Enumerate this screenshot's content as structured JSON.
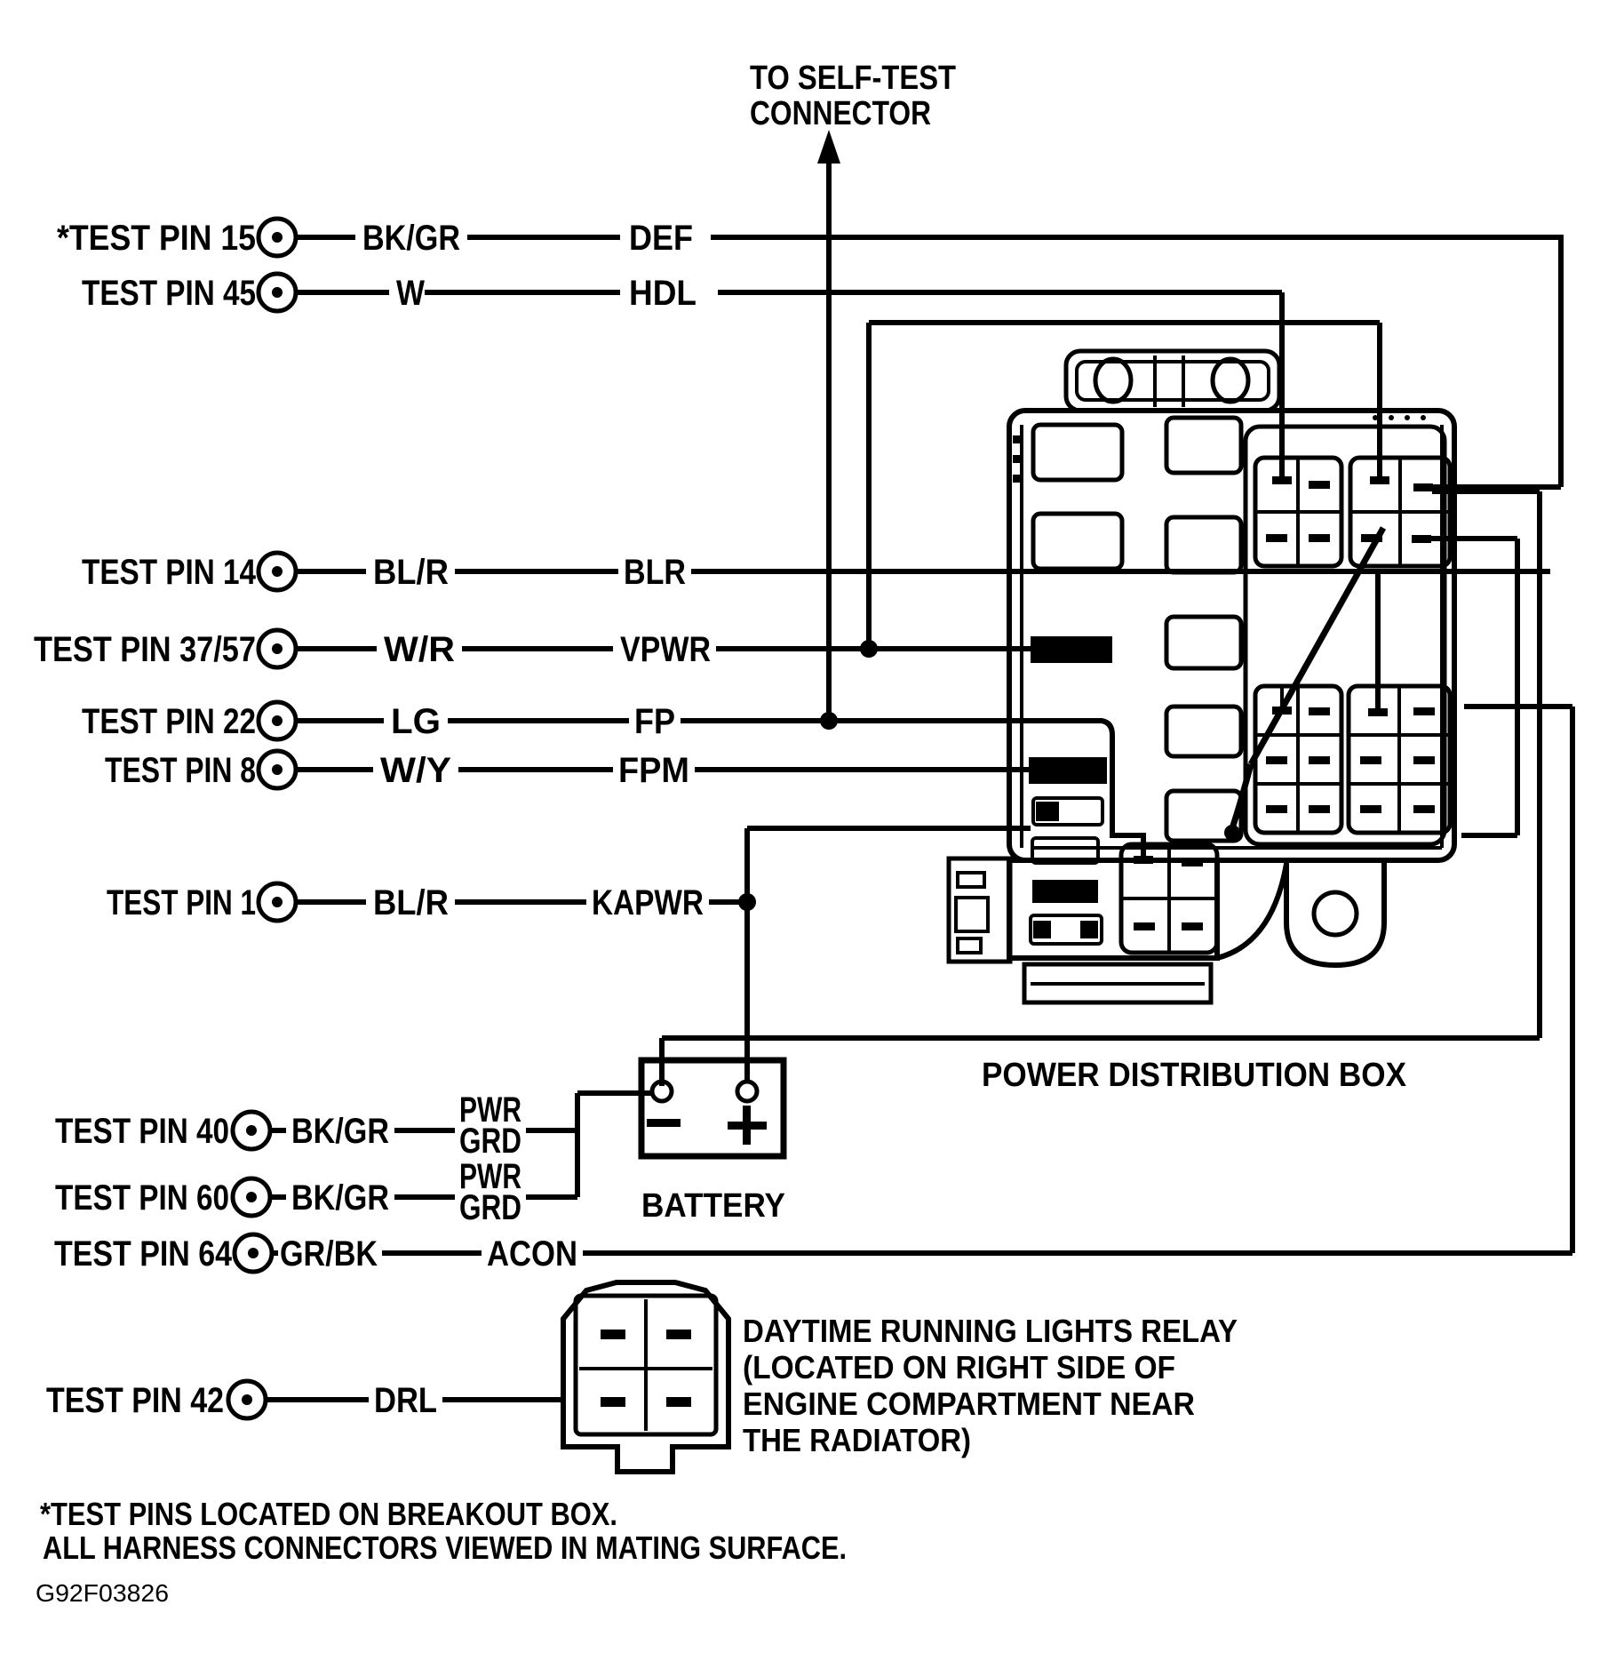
{
  "page": {
    "background": "#ffffff",
    "ink": "#000000"
  },
  "self_test_note": {
    "line1": "TO SELF-TEST",
    "line2": "CONNECTOR"
  },
  "icons": {
    "test_point": "circled-dot",
    "self_test_arrow": "up-arrow",
    "junction": "filled-dot",
    "battery_minus": "minus",
    "battery_plus": "plus"
  },
  "rows": {
    "p15": {
      "label": "*TEST PIN 15",
      "color": "BK/GR",
      "signal": "DEF"
    },
    "p45": {
      "label": "TEST PIN 45",
      "color": "W",
      "signal": "HDL"
    },
    "p14": {
      "label": "TEST PIN 14",
      "color": "BL/R",
      "signal": "BLR"
    },
    "p3757": {
      "label": "TEST PIN 37/57",
      "color": "W/R",
      "signal": "VPWR"
    },
    "p22": {
      "label": "TEST PIN 22",
      "color": "LG",
      "signal": "FP"
    },
    "p8": {
      "label": "TEST PIN 8",
      "color": "W/Y",
      "signal": "FPM"
    },
    "p1": {
      "label": "TEST PIN 1",
      "color": "BL/R",
      "signal": "KAPWR"
    },
    "p40": {
      "label": "TEST PIN 40",
      "color": "BK/GR",
      "signal_line1": "PWR",
      "signal_line2": "GRD"
    },
    "p60": {
      "label": "TEST PIN 60",
      "color": "BK/GR",
      "signal_line1": "PWR",
      "signal_line2": "GRD"
    },
    "p64": {
      "label": "TEST PIN 64",
      "color": "GR/BK",
      "signal": "ACON"
    },
    "p42": {
      "label": "TEST PIN 42",
      "signal": "DRL"
    }
  },
  "labels": {
    "power_box": "POWER DISTRIBUTION BOX",
    "battery": "BATTERY"
  },
  "relay_note": {
    "line1": "DAYTIME RUNNING LIGHTS RELAY",
    "line2": "(LOCATED ON RIGHT SIDE OF",
    "line3": "ENGINE COMPARTMENT NEAR",
    "line4": "THE RADIATOR)"
  },
  "footnotes": {
    "line1": "*TEST PINS LOCATED ON BREAKOUT BOX.",
    "line2": "ALL HARNESS CONNECTORS VIEWED IN MATING SURFACE."
  },
  "doc_id": "G92F03826"
}
